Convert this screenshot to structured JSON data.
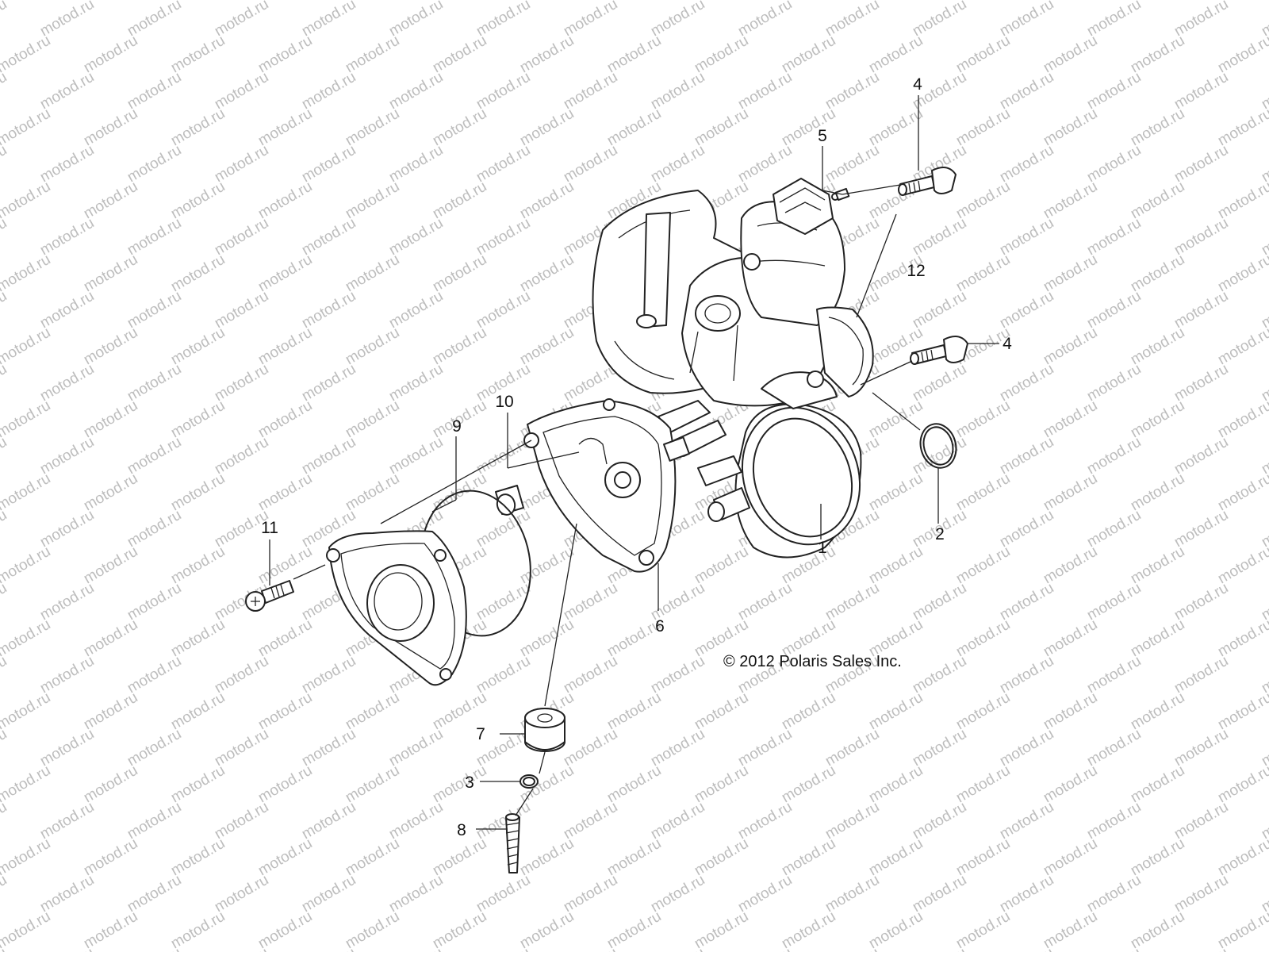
{
  "watermark": "motod.ru",
  "copyright": "© 2012 Polaris Sales Inc.",
  "callouts": [
    {
      "id": "c1",
      "label": "1"
    },
    {
      "id": "c2",
      "label": "2"
    },
    {
      "id": "c3",
      "label": "3"
    },
    {
      "id": "c4a",
      "label": "4"
    },
    {
      "id": "c4b",
      "label": "4"
    },
    {
      "id": "c5",
      "label": "5"
    },
    {
      "id": "c6",
      "label": "6"
    },
    {
      "id": "c7",
      "label": "7"
    },
    {
      "id": "c8",
      "label": "8"
    },
    {
      "id": "c9",
      "label": "9"
    },
    {
      "id": "c10",
      "label": "10"
    },
    {
      "id": "c11",
      "label": "11"
    },
    {
      "id": "c12",
      "label": "12"
    }
  ]
}
